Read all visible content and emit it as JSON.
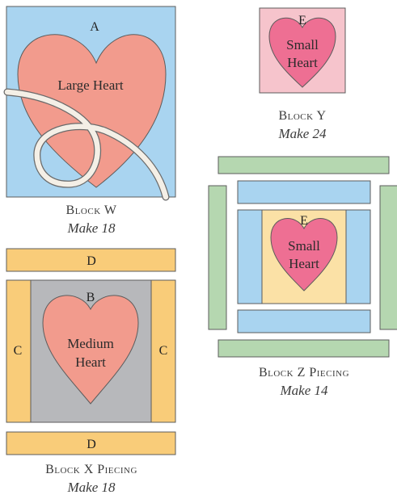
{
  "colors": {
    "sky_blue": "#a9d4f0",
    "heart_salmon": "#f29b8d",
    "heart_pink": "#ee6f93",
    "block_pink": "#f6c4cc",
    "gold": "#f9cc79",
    "light_gold": "#fbe1a6",
    "gray": "#b7b8bb",
    "sage": "#b5d7b0",
    "cord": "#f4efe6"
  },
  "block_w": {
    "label": "A",
    "heart_label": "Large Heart",
    "title": "Block W",
    "subtitle": "Make 18"
  },
  "block_y": {
    "label": "E",
    "heart_line1": "Small",
    "heart_line2": "Heart",
    "title": "Block Y",
    "subtitle": "Make 24"
  },
  "block_x": {
    "strip_top_label": "D",
    "strip_bottom_label": "D",
    "left_label": "C",
    "right_label": "C",
    "center_label": "B",
    "heart_line1": "Medium",
    "heart_line2": "Heart",
    "title": "Block X Piecing",
    "subtitle": "Make 18"
  },
  "block_z": {
    "label": "E",
    "heart_line1": "Small",
    "heart_line2": "Heart",
    "title": "Block Z Piecing",
    "subtitle": "Make 14"
  }
}
